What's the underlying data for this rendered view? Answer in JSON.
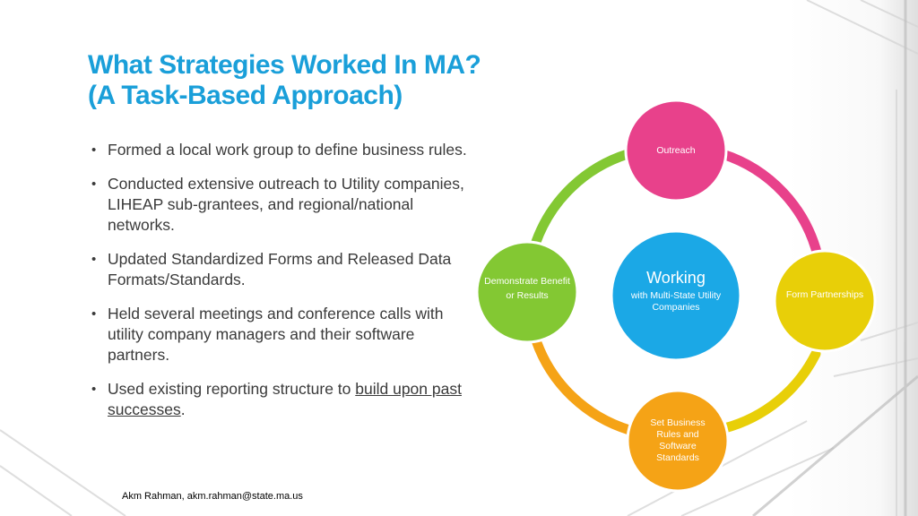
{
  "slide": {
    "title_line1": "What Strategies Worked In MA?",
    "title_line2": "(A Task-Based Approach)",
    "footer": "Akm Rahman, akm.rahman@state.ma.us"
  },
  "bullets": [
    {
      "text": "Formed a local work group to define business rules."
    },
    {
      "text": "Conducted extensive outreach to Utility companies, LIHEAP sub-grantees, and regional/national networks."
    },
    {
      "text": "Updated Standardized Forms and Released Data Formats/Standards."
    },
    {
      "text": "Held several meetings and conference calls with utility company managers and their software partners."
    },
    {
      "text_before": "Used existing reporting structure to ",
      "text_link": "build upon past successes",
      "text_after": "."
    }
  ],
  "diagram": {
    "center": {
      "title": "Working",
      "subtitle": "with Multi-State Utility Companies",
      "color": "#1ba8e6"
    },
    "nodes": [
      {
        "label": "Outreach",
        "color": "#e8418b"
      },
      {
        "label": "Form Partnerships",
        "color": "#e8cf08"
      },
      {
        "label": "Set Business Rules and Software Standards",
        "color": "#f5a316"
      },
      {
        "label": "Demonstrate Benefit or Results",
        "color": "#83c833"
      }
    ]
  }
}
